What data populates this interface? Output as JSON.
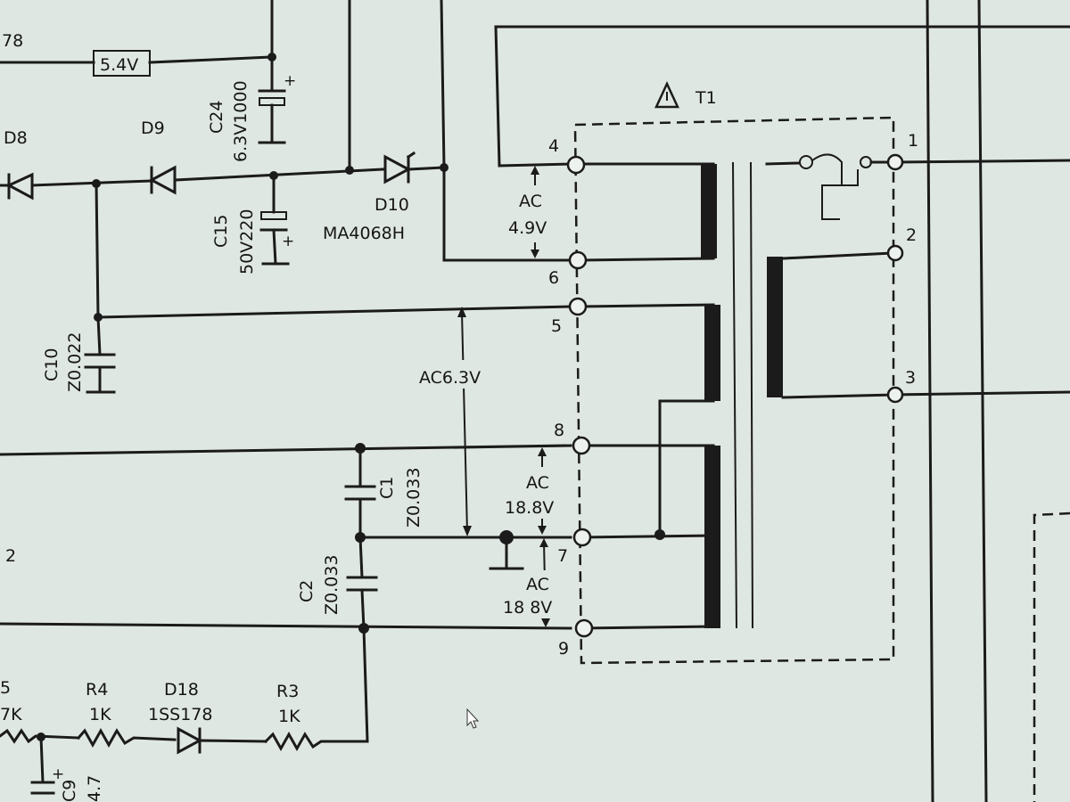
{
  "labels": {
    "frag_178": "78",
    "v54": "5.4V",
    "d8": "D8",
    "d9": "D9",
    "c24_name": "C24",
    "c24_val": "6.3V1000",
    "c15_name": "C15",
    "c15_val": "50V220",
    "d10_name": "D10",
    "d10_part": "MA4068H",
    "c10_name": "C10",
    "c10_val": "Z0.022",
    "t1": "T1",
    "ac49_a": "AC",
    "ac49_b": "4.9V",
    "ac63": "AC6.3V",
    "ac188a_a": "AC",
    "ac188a_b": "18.8V",
    "ac188b_a": "AC",
    "ac188b_b": "18 8V",
    "c1_name": "C1",
    "c1_val": "Z0.033",
    "c2_name": "C2",
    "c2_val": "Z0.033",
    "frag_2": "2",
    "frag_5": "5",
    "frag_7k": "7K",
    "r4_name": "R4",
    "r4_val": "1K",
    "d18_name": "D18",
    "d18_part": "1SS178",
    "r3_name": "R3",
    "r3_val": "1K",
    "frag_c9": "C9",
    "frag_47": "4.7",
    "plus": "+",
    "pins": [
      "4",
      "6",
      "5",
      "8",
      "7",
      "9",
      "1",
      "2",
      "3"
    ]
  }
}
